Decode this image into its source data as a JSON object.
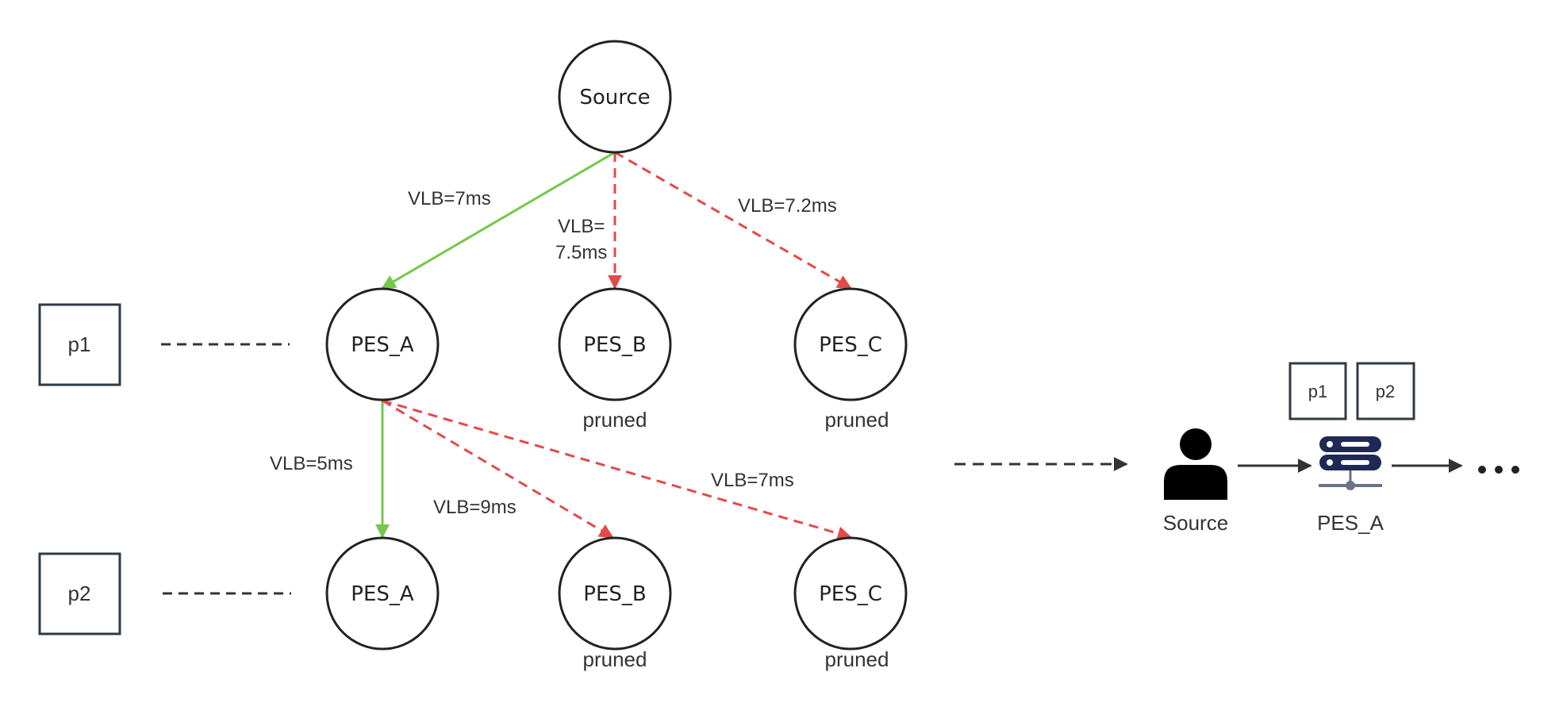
{
  "colors": {
    "selected_edge": "#73c94a",
    "pruned_edge": "#e24a48",
    "outline": "#222222",
    "box_outline": "#2f3a45",
    "server_icon": "#1e2a55",
    "server_base": "#6b7486"
  },
  "tree": {
    "source": "Source",
    "level1": {
      "row_label": "p1",
      "nodes": [
        {
          "label": "PES_A",
          "note": ""
        },
        {
          "label": "PES_B",
          "note": "pruned"
        },
        {
          "label": "PES_C",
          "note": "pruned"
        }
      ],
      "edges": [
        {
          "label": "VLB=7ms",
          "status": "selected"
        },
        {
          "label_line1": "VLB=",
          "label_line2": "7.5ms",
          "status": "pruned"
        },
        {
          "label": "VLB=7.2ms",
          "status": "pruned"
        }
      ]
    },
    "level2": {
      "row_label": "p2",
      "nodes": [
        {
          "label": "PES_A",
          "note": ""
        },
        {
          "label": "PES_B",
          "note": "pruned"
        },
        {
          "label": "PES_C",
          "note": "pruned"
        }
      ],
      "edges": [
        {
          "label": "VLB=5ms",
          "status": "selected"
        },
        {
          "label": "VLB=9ms",
          "status": "pruned"
        },
        {
          "label": "VLB=7ms",
          "status": "pruned"
        }
      ]
    }
  },
  "result_path": {
    "source_label": "Source",
    "source_icon": "user-icon",
    "server_label": "PES_A",
    "server_icon": "server-icon",
    "packets": [
      "p1",
      "p2"
    ],
    "continuation": "•••"
  }
}
